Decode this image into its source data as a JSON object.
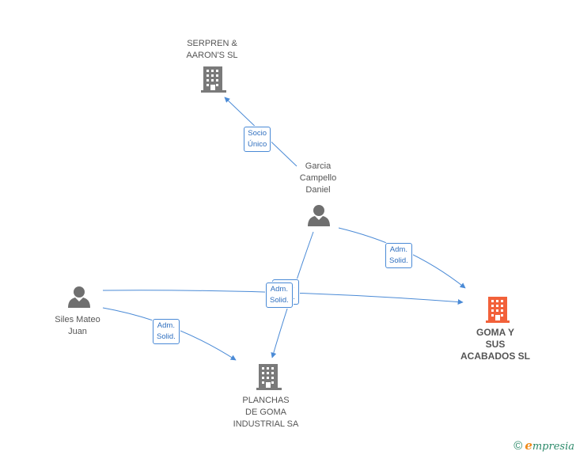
{
  "colors": {
    "edge": "#4a8ad6",
    "building": "#7a7a7a",
    "main_building": "#f2613a",
    "person": "#6f6f6f"
  },
  "nodes": {
    "serpren": {
      "label": "SERPREN &\nAARON'S SL",
      "icon": "building-icon"
    },
    "garcia": {
      "label": "Garcia\nCampello\nDaniel",
      "icon": "person-icon"
    },
    "siles": {
      "label": "Siles Mateo\nJuan",
      "icon": "person-icon"
    },
    "goma": {
      "label": "GOMA Y\nSUS\nACABADOS SL",
      "icon": "building-icon"
    },
    "planchas": {
      "label": "PLANCHAS\nDE GOMA\nINDUSTRIAL SA",
      "icon": "building-icon"
    }
  },
  "relations": {
    "socio_unico": "Socio\nÚnico",
    "adm_garcia_goma": "Adm.\nSolid.",
    "adm_center_back": "Adm.\nSolid.",
    "adm_center_front": "Adm.\nSolid.",
    "adm_siles_planchas": "Adm.\nSolid."
  },
  "footer": {
    "copyright_symbol": "©",
    "brand_initial": "e",
    "brand_rest": "mpresia"
  }
}
